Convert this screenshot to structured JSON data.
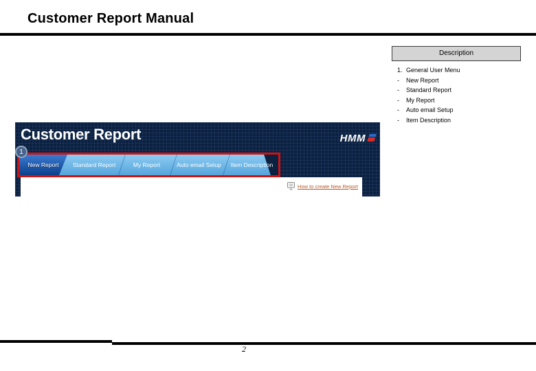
{
  "slide": {
    "title": "Customer Report Manual",
    "page_number": "2"
  },
  "description_panel": {
    "header": "Description",
    "items": [
      {
        "marker": "1.",
        "label": "General User Menu"
      },
      {
        "marker": "-",
        "label": "New Report"
      },
      {
        "marker": "-",
        "label": "Standard Report"
      },
      {
        "marker": "-",
        "label": "My Report"
      },
      {
        "marker": "-",
        "label": "Auto email Setup"
      },
      {
        "marker": "-",
        "label": "Item Description"
      }
    ]
  },
  "app": {
    "header_title": "Customer Report",
    "logo_text": "HMM",
    "callout_number": "1",
    "tabs": [
      {
        "label": "New Report",
        "active": true
      },
      {
        "label": "Standard Report",
        "active": false
      },
      {
        "label": "My Report",
        "active": false
      },
      {
        "label": "Auto email Setup",
        "active": false
      },
      {
        "label": "Item Description",
        "active": false
      }
    ],
    "help_link_label": "How to create New Report",
    "colors": {
      "header_bg": "#0c2140",
      "active_tab_top": "#3c7bd0",
      "active_tab_bottom": "#0b3f8c",
      "inactive_tab_top": "#8ecbf2",
      "inactive_tab_bottom": "#55a5dc",
      "highlight_border": "#cf1212",
      "link_text": "#b8582a"
    }
  }
}
